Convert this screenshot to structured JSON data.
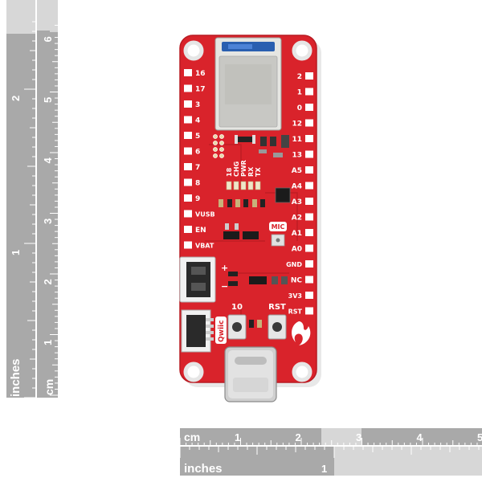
{
  "colors": {
    "pcb_red": "#d9232b",
    "pcb_dark_red": "#b81b22",
    "silkscreen": "#ffffff",
    "ruler_gray": "#a9a9a9",
    "ruler_light": "#d7d7d7",
    "pad_gold": "#d4af5a",
    "usb_silver": "#cfcfcf",
    "module_silver": "#c8c8c4",
    "antenna_blue": "#2a5fb0"
  },
  "vertical_ruler": {
    "cm_label": "cm",
    "inches_label": "inches",
    "cm_numbers": [
      "1",
      "2",
      "3",
      "4",
      "5",
      "6"
    ],
    "inch_numbers": [
      "1",
      "2"
    ]
  },
  "horizontal_ruler": {
    "cm_label": "cm",
    "inches_label": "inches",
    "cm_numbers": [
      "1",
      "2",
      "3",
      "4",
      "5"
    ],
    "inch_numbers": [
      "1"
    ]
  },
  "board": {
    "left_pin_labels": [
      "16",
      "17",
      "3",
      "4",
      "5",
      "6",
      "7",
      "8",
      "9",
      "VUSB",
      "EN",
      "VBAT"
    ],
    "right_pin_labels": [
      "2",
      "1",
      "0",
      "12",
      "11",
      "13",
      "A5",
      "A4",
      "A3",
      "A2",
      "A1",
      "A0",
      "GND",
      "NC",
      "3V3",
      "RST"
    ],
    "led_labels": [
      "18",
      "CHG",
      "PWR",
      "RX",
      "TX"
    ],
    "mic_label": "MIC",
    "button_labels": [
      "10",
      "RST"
    ],
    "connector_label": "Qwiic"
  }
}
